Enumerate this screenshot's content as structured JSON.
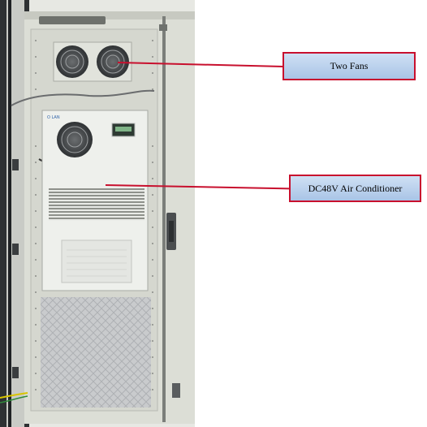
{
  "labels": {
    "fans": "Two Fans",
    "air_conditioner": "DC48V Air Conditioner"
  },
  "colors": {
    "callout_border": "#c8102e",
    "callout_fill": "#b9d0ec",
    "cabinet": "#d9dbd3"
  },
  "photo": {
    "subject_icon": "outdoor-cabinet-photo"
  }
}
